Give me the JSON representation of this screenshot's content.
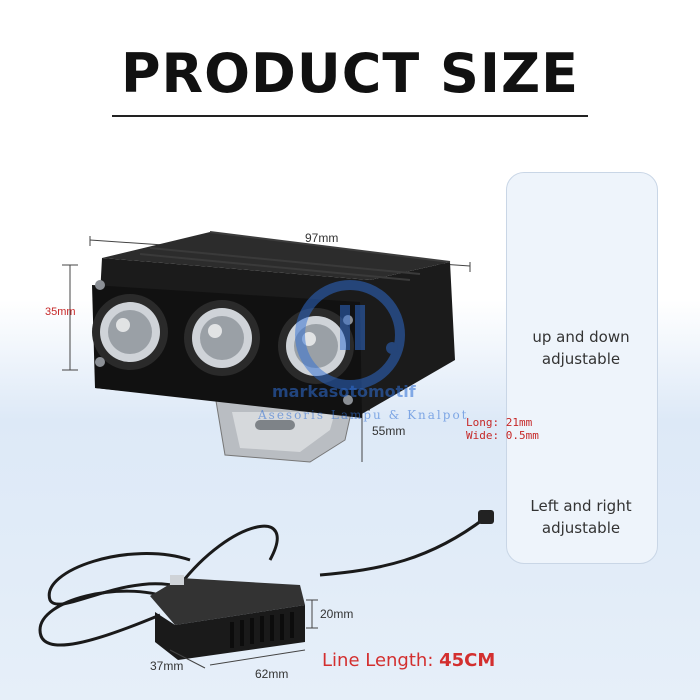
{
  "title": "PRODUCT SIZE",
  "dimensions": {
    "width": "97mm",
    "height": "35mm",
    "depth": "55mm",
    "box_height": "20mm",
    "box_width": "62mm",
    "box_depth": "37mm"
  },
  "bracket_specs": {
    "long": "Long: 21mm",
    "wide": "Wide: 0.5mm"
  },
  "side_panel": {
    "up_down": [
      "up and down",
      "adjustable"
    ],
    "left_right": [
      "Left and right",
      "adjustable"
    ]
  },
  "line_length": {
    "label": "Line Length:",
    "value": "45CM"
  },
  "watermark": {
    "brand": "markasotomotif",
    "tagline": "Asesoris Lampu & Knalpot"
  },
  "colors": {
    "dimension_red": "#c62828",
    "background_blue": "#dde9f7",
    "housing_black": "#1b1b1b"
  }
}
